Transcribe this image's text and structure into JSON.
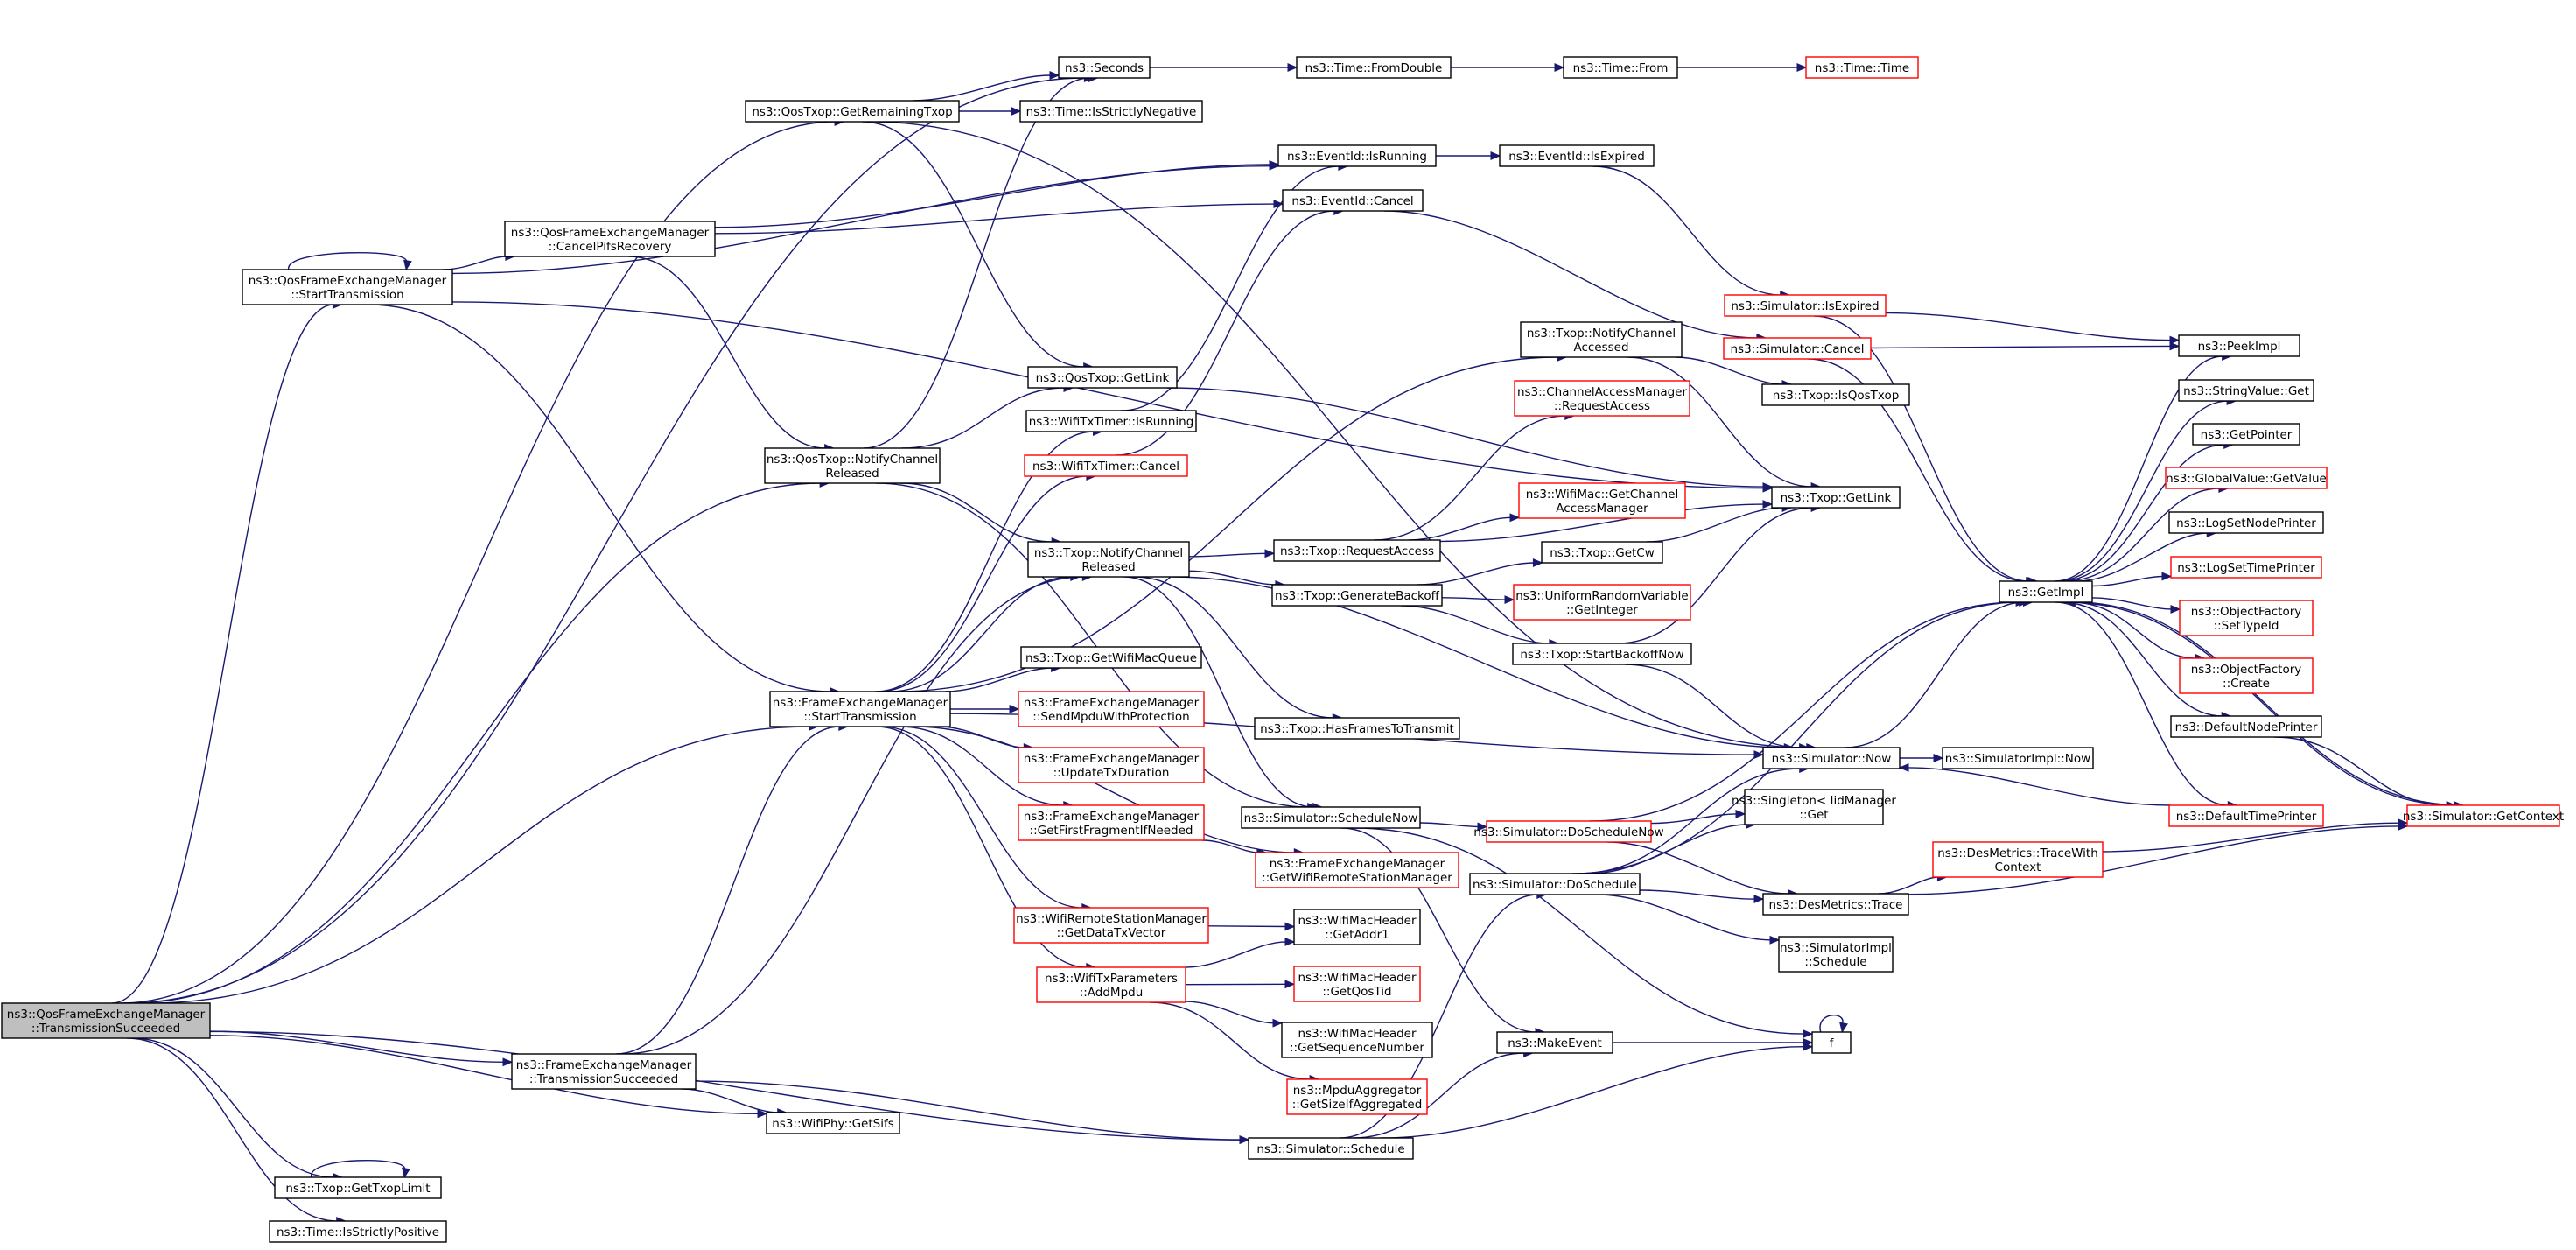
{
  "colors": {
    "edge": "#191970",
    "node_border": "#000000",
    "node_border_truncated": "#ff0000",
    "root_fill": "#bfbfbf",
    "node_fill": "#ffffff",
    "text": "#000000"
  },
  "root_node": "n_root",
  "nodes": [
    {
      "id": "n_root",
      "lines": [
        "ns3::QosFrameExchangeManager",
        "::TransmissionSucceeded"
      ],
      "truncated": false
    },
    {
      "id": "n_seconds",
      "lines": [
        "ns3::Seconds"
      ],
      "truncated": false
    },
    {
      "id": "n_fromdouble",
      "lines": [
        "ns3::Time::FromDouble"
      ],
      "truncated": false
    },
    {
      "id": "n_timefrom",
      "lines": [
        "ns3::Time::From"
      ],
      "truncated": false
    },
    {
      "id": "n_timetime",
      "lines": [
        "ns3::Time::Time"
      ],
      "truncated": true
    },
    {
      "id": "n_getremtxop",
      "lines": [
        "ns3::QosTxop::GetRemainingTxop"
      ],
      "truncated": false
    },
    {
      "id": "n_strictneg",
      "lines": [
        "ns3::Time::IsStrictlyNegative"
      ],
      "truncated": false
    },
    {
      "id": "n_evrunning",
      "lines": [
        "ns3::EventId::IsRunning"
      ],
      "truncated": false
    },
    {
      "id": "n_evexpired",
      "lines": [
        "ns3::EventId::IsExpired"
      ],
      "truncated": false
    },
    {
      "id": "n_evcancel",
      "lines": [
        "ns3::EventId::Cancel"
      ],
      "truncated": false
    },
    {
      "id": "n_cancelpifs",
      "lines": [
        "ns3::QosFrameExchangeManager",
        "::CancelPifsRecovery"
      ],
      "truncated": false
    },
    {
      "id": "n_qstarttx",
      "lines": [
        "ns3::QosFrameExchangeManager",
        "::StartTransmission"
      ],
      "truncated": false
    },
    {
      "id": "n_simisexpired",
      "lines": [
        "ns3::Simulator::IsExpired"
      ],
      "truncated": true
    },
    {
      "id": "n_simcancel",
      "lines": [
        "ns3::Simulator::Cancel"
      ],
      "truncated": true
    },
    {
      "id": "n_peekimpl",
      "lines": [
        "ns3::PeekImpl"
      ],
      "truncated": false
    },
    {
      "id": "n_qgetlink",
      "lines": [
        "ns3::QosTxop::GetLink"
      ],
      "truncated": false
    },
    {
      "id": "n_txopnotifyacc",
      "lines": [
        "ns3::Txop::NotifyChannel",
        "Accessed"
      ],
      "truncated": false
    },
    {
      "id": "n_isqostxop",
      "lines": [
        "ns3::Txop::IsQosTxop"
      ],
      "truncated": false
    },
    {
      "id": "n_strvalget",
      "lines": [
        "ns3::StringValue::Get"
      ],
      "truncated": false
    },
    {
      "id": "n_timerrunning",
      "lines": [
        "ns3::WifiTxTimer::IsRunning"
      ],
      "truncated": false
    },
    {
      "id": "n_chreqaccess",
      "lines": [
        "ns3::ChannelAccessManager",
        "::RequestAccess"
      ],
      "truncated": true
    },
    {
      "id": "n_getpointer",
      "lines": [
        "ns3::GetPointer"
      ],
      "truncated": false
    },
    {
      "id": "n_qnotifyrel",
      "lines": [
        "ns3::QosTxop::NotifyChannel",
        "Released"
      ],
      "truncated": false
    },
    {
      "id": "n_timercancel",
      "lines": [
        "ns3::WifiTxTimer::Cancel"
      ],
      "truncated": true
    },
    {
      "id": "n_txopgetlink",
      "lines": [
        "ns3::Txop::GetLink"
      ],
      "truncated": false
    },
    {
      "id": "n_globalget",
      "lines": [
        "ns3::GlobalValue::GetValue"
      ],
      "truncated": true
    },
    {
      "id": "n_wifimacgetcam",
      "lines": [
        "ns3::WifiMac::GetChannel",
        "AccessManager"
      ],
      "truncated": true
    },
    {
      "id": "n_logsetnode",
      "lines": [
        "ns3::LogSetNodePrinter"
      ],
      "truncated": false
    },
    {
      "id": "n_txopreqaccess",
      "lines": [
        "ns3::Txop::RequestAccess"
      ],
      "truncated": false
    },
    {
      "id": "n_txopgetcw",
      "lines": [
        "ns3::Txop::GetCw"
      ],
      "truncated": false
    },
    {
      "id": "n_txopnotifyrel",
      "lines": [
        "ns3::Txop::NotifyChannel",
        "Released"
      ],
      "truncated": false
    },
    {
      "id": "n_logsettime",
      "lines": [
        "ns3::LogSetTimePrinter"
      ],
      "truncated": true
    },
    {
      "id": "n_getimpl",
      "lines": [
        "ns3::GetImpl"
      ],
      "truncated": false
    },
    {
      "id": "n_genbackoff",
      "lines": [
        "ns3::Txop::GenerateBackoff"
      ],
      "truncated": false
    },
    {
      "id": "n_uniformint",
      "lines": [
        "ns3::UniformRandomVariable",
        "::GetInteger"
      ],
      "truncated": true
    },
    {
      "id": "n_settypeid",
      "lines": [
        "ns3::ObjectFactory",
        "::SetTypeId"
      ],
      "truncated": true
    },
    {
      "id": "n_startbackoff",
      "lines": [
        "ns3::Txop::StartBackoffNow"
      ],
      "truncated": false
    },
    {
      "id": "n_getmacqueue",
      "lines": [
        "ns3::Txop::GetWifiMacQueue"
      ],
      "truncated": false
    },
    {
      "id": "n_objcreate",
      "lines": [
        "ns3::ObjectFactory",
        "::Create"
      ],
      "truncated": true
    },
    {
      "id": "n_fstarttx",
      "lines": [
        "ns3::FrameExchangeManager",
        "::StartTransmission"
      ],
      "truncated": false
    },
    {
      "id": "n_sendmpdu",
      "lines": [
        "ns3::FrameExchangeManager",
        "::SendMpduWithProtection"
      ],
      "truncated": true
    },
    {
      "id": "n_hasframes",
      "lines": [
        "ns3::Txop::HasFramesToTransmit"
      ],
      "truncated": false
    },
    {
      "id": "n_defnodeprinter",
      "lines": [
        "ns3::DefaultNodePrinter"
      ],
      "truncated": false
    },
    {
      "id": "n_simnow",
      "lines": [
        "ns3::Simulator::Now"
      ],
      "truncated": false
    },
    {
      "id": "n_simimplnow",
      "lines": [
        "ns3::SimulatorImpl::Now"
      ],
      "truncated": false
    },
    {
      "id": "n_updatetxdur",
      "lines": [
        "ns3::FrameExchangeManager",
        "::UpdateTxDuration"
      ],
      "truncated": true
    },
    {
      "id": "n_schednow",
      "lines": [
        "ns3::Simulator::ScheduleNow"
      ],
      "truncated": false
    },
    {
      "id": "n_doschednow",
      "lines": [
        "ns3::Simulator::DoScheduleNow"
      ],
      "truncated": true
    },
    {
      "id": "n_singleton",
      "lines": [
        "ns3::Singleton< IidManager",
        "::Get"
      ],
      "truncated": false
    },
    {
      "id": "n_deftimeprinter",
      "lines": [
        "ns3::DefaultTimePrinter"
      ],
      "truncated": true
    },
    {
      "id": "n_getcontext",
      "lines": [
        "ns3::Simulator::GetContext"
      ],
      "truncated": true
    },
    {
      "id": "n_getfirstfrag",
      "lines": [
        "ns3::FrameExchangeManager",
        "::GetFirstFragmentIfNeeded"
      ],
      "truncated": true
    },
    {
      "id": "n_getremotemgr",
      "lines": [
        "ns3::FrameExchangeManager",
        "::GetWifiRemoteStationManager"
      ],
      "truncated": true
    },
    {
      "id": "n_tracewith",
      "lines": [
        "ns3::DesMetrics::TraceWith",
        "Context"
      ],
      "truncated": true
    },
    {
      "id": "n_doschedule",
      "lines": [
        "ns3::Simulator::DoSchedule"
      ],
      "truncated": false
    },
    {
      "id": "n_destrace",
      "lines": [
        "ns3::DesMetrics::Trace"
      ],
      "truncated": false
    },
    {
      "id": "n_getdatatx",
      "lines": [
        "ns3::WifiRemoteStationManager",
        "::GetDataTxVector"
      ],
      "truncated": true
    },
    {
      "id": "n_getaddr1",
      "lines": [
        "ns3::WifiMacHeader",
        "::GetAddr1"
      ],
      "truncated": false
    },
    {
      "id": "n_implschedule",
      "lines": [
        "ns3::SimulatorImpl",
        "::Schedule"
      ],
      "truncated": false
    },
    {
      "id": "n_addmpdu",
      "lines": [
        "ns3::WifiTxParameters",
        "::AddMpdu"
      ],
      "truncated": true
    },
    {
      "id": "n_getqostid",
      "lines": [
        "ns3::WifiMacHeader",
        "::GetQosTid"
      ],
      "truncated": true
    },
    {
      "id": "n_getseqnum",
      "lines": [
        "ns3::WifiMacHeader",
        "::GetSequenceNumber"
      ],
      "truncated": false
    },
    {
      "id": "n_makeevent",
      "lines": [
        "ns3::MakeEvent"
      ],
      "truncated": false
    },
    {
      "id": "n_f",
      "lines": [
        "f"
      ],
      "truncated": false
    },
    {
      "id": "n_ftxsucc",
      "lines": [
        "ns3::FrameExchangeManager",
        "::TransmissionSucceeded"
      ],
      "truncated": false
    },
    {
      "id": "n_getsizeifagg",
      "lines": [
        "ns3::MpduAggregator",
        "::GetSizeIfAggregated"
      ],
      "truncated": true
    },
    {
      "id": "n_getsifs",
      "lines": [
        "ns3::WifiPhy::GetSifs"
      ],
      "truncated": false
    },
    {
      "id": "n_schedule",
      "lines": [
        "ns3::Simulator::Schedule"
      ],
      "truncated": false
    },
    {
      "id": "n_gettxoplimit",
      "lines": [
        "ns3::Txop::GetTxopLimit"
      ],
      "truncated": false
    },
    {
      "id": "n_strictpos",
      "lines": [
        "ns3::Time::IsStrictlyPositive"
      ],
      "truncated": false
    }
  ],
  "edges": [
    [
      "n_root",
      "n_seconds"
    ],
    [
      "n_root",
      "n_getremtxop"
    ],
    [
      "n_root",
      "n_qstarttx"
    ],
    [
      "n_root",
      "n_qnotifyrel"
    ],
    [
      "n_root",
      "n_fstarttx"
    ],
    [
      "n_root",
      "n_ftxsucc"
    ],
    [
      "n_root",
      "n_getsifs"
    ],
    [
      "n_root",
      "n_schedule"
    ],
    [
      "n_root",
      "n_gettxoplimit"
    ],
    [
      "n_root",
      "n_strictpos"
    ],
    [
      "n_getremtxop",
      "n_seconds"
    ],
    [
      "n_getremtxop",
      "n_strictneg"
    ],
    [
      "n_getremtxop",
      "n_qgetlink"
    ],
    [
      "n_getremtxop",
      "n_simnow"
    ],
    [
      "n_seconds",
      "n_fromdouble"
    ],
    [
      "n_fromdouble",
      "n_timefrom"
    ],
    [
      "n_timefrom",
      "n_timetime"
    ],
    [
      "n_qstarttx",
      "n_qstarttx"
    ],
    [
      "n_qstarttx",
      "n_evrunning"
    ],
    [
      "n_qstarttx",
      "n_cancelpifs"
    ],
    [
      "n_qstarttx",
      "n_txopgetlink"
    ],
    [
      "n_qstarttx",
      "n_fstarttx"
    ],
    [
      "n_cancelpifs",
      "n_evrunning"
    ],
    [
      "n_cancelpifs",
      "n_evcancel"
    ],
    [
      "n_cancelpifs",
      "n_qnotifyrel"
    ],
    [
      "n_evrunning",
      "n_evexpired"
    ],
    [
      "n_evexpired",
      "n_simisexpired"
    ],
    [
      "n_evcancel",
      "n_simcancel"
    ],
    [
      "n_simisexpired",
      "n_peekimpl"
    ],
    [
      "n_simisexpired",
      "n_getimpl"
    ],
    [
      "n_simcancel",
      "n_peekimpl"
    ],
    [
      "n_simcancel",
      "n_getimpl"
    ],
    [
      "n_qgetlink",
      "n_txopgetlink"
    ],
    [
      "n_qnotifyrel",
      "n_seconds"
    ],
    [
      "n_qnotifyrel",
      "n_qgetlink"
    ],
    [
      "n_qnotifyrel",
      "n_txopnotifyrel"
    ],
    [
      "n_qnotifyrel",
      "n_schednow"
    ],
    [
      "n_timerrunning",
      "n_evrunning"
    ],
    [
      "n_timercancel",
      "n_evcancel"
    ],
    [
      "n_txopnotifyacc",
      "n_isqostxop"
    ],
    [
      "n_txopnotifyacc",
      "n_txopgetlink"
    ],
    [
      "n_txopnotifyrel",
      "n_txopreqaccess"
    ],
    [
      "n_txopnotifyrel",
      "n_genbackoff"
    ],
    [
      "n_txopnotifyrel",
      "n_hasframes"
    ],
    [
      "n_txopnotifyrel",
      "n_simnow"
    ],
    [
      "n_txopnotifyrel",
      "n_schednow"
    ],
    [
      "n_txopreqaccess",
      "n_chreqaccess"
    ],
    [
      "n_txopreqaccess",
      "n_wifimacgetcam"
    ],
    [
      "n_txopreqaccess",
      "n_txopgetlink"
    ],
    [
      "n_genbackoff",
      "n_txopgetcw"
    ],
    [
      "n_genbackoff",
      "n_uniformint"
    ],
    [
      "n_genbackoff",
      "n_startbackoff"
    ],
    [
      "n_txopgetcw",
      "n_txopgetlink"
    ],
    [
      "n_startbackoff",
      "n_txopgetlink"
    ],
    [
      "n_startbackoff",
      "n_simnow"
    ],
    [
      "n_fstarttx",
      "n_timerrunning"
    ],
    [
      "n_fstarttx",
      "n_timercancel"
    ],
    [
      "n_fstarttx",
      "n_txopnotifyacc"
    ],
    [
      "n_fstarttx",
      "n_txopnotifyrel"
    ],
    [
      "n_fstarttx",
      "n_getmacqueue"
    ],
    [
      "n_fstarttx",
      "n_sendmpdu"
    ],
    [
      "n_fstarttx",
      "n_updatetxdur"
    ],
    [
      "n_fstarttx",
      "n_getfirstfrag"
    ],
    [
      "n_fstarttx",
      "n_getremotemgr"
    ],
    [
      "n_fstarttx",
      "n_getdatatx"
    ],
    [
      "n_fstarttx",
      "n_addmpdu"
    ],
    [
      "n_fstarttx",
      "n_simnow"
    ],
    [
      "n_getfirstfrag",
      "n_getremotemgr"
    ],
    [
      "n_addmpdu",
      "n_getaddr1"
    ],
    [
      "n_addmpdu",
      "n_getqostid"
    ],
    [
      "n_addmpdu",
      "n_getseqnum"
    ],
    [
      "n_addmpdu",
      "n_getsizeifagg"
    ],
    [
      "n_getdatatx",
      "n_getaddr1"
    ],
    [
      "n_schednow",
      "n_doschednow"
    ],
    [
      "n_schednow",
      "n_makeevent"
    ],
    [
      "n_schednow",
      "n_f"
    ],
    [
      "n_doschednow",
      "n_getimpl"
    ],
    [
      "n_doschednow",
      "n_singleton"
    ],
    [
      "n_doschednow",
      "n_destrace"
    ],
    [
      "n_simnow",
      "n_getimpl"
    ],
    [
      "n_simnow",
      "n_simimplnow"
    ],
    [
      "n_doschedule",
      "n_getimpl"
    ],
    [
      "n_doschedule",
      "n_singleton"
    ],
    [
      "n_doschedule",
      "n_destrace"
    ],
    [
      "n_doschedule",
      "n_implschedule"
    ],
    [
      "n_doschedule",
      "n_simnow"
    ],
    [
      "n_destrace",
      "n_tracewith"
    ],
    [
      "n_destrace",
      "n_getcontext"
    ],
    [
      "n_tracewith",
      "n_getcontext"
    ],
    [
      "n_getimpl",
      "n_peekimpl"
    ],
    [
      "n_getimpl",
      "n_strvalget"
    ],
    [
      "n_getimpl",
      "n_getpointer"
    ],
    [
      "n_getimpl",
      "n_globalget"
    ],
    [
      "n_getimpl",
      "n_logsetnode"
    ],
    [
      "n_getimpl",
      "n_logsettime"
    ],
    [
      "n_getimpl",
      "n_settypeid"
    ],
    [
      "n_getimpl",
      "n_objcreate"
    ],
    [
      "n_getimpl",
      "n_defnodeprinter"
    ],
    [
      "n_getimpl",
      "n_deftimeprinter"
    ],
    [
      "n_getimpl",
      "n_getcontext"
    ],
    [
      "n_defnodeprinter",
      "n_getcontext"
    ],
    [
      "n_deftimeprinter",
      "n_simnow"
    ],
    [
      "n_getcontext",
      "n_getimpl"
    ],
    [
      "n_makeevent",
      "n_f"
    ],
    [
      "n_f",
      "n_f"
    ],
    [
      "n_ftxsucc",
      "n_fstarttx"
    ],
    [
      "n_ftxsucc",
      "n_txopnotifyrel"
    ],
    [
      "n_ftxsucc",
      "n_getsifs"
    ],
    [
      "n_ftxsucc",
      "n_schedule"
    ],
    [
      "n_schedule",
      "n_doschedule"
    ],
    [
      "n_schedule",
      "n_makeevent"
    ],
    [
      "n_schedule",
      "n_f"
    ],
    [
      "n_gettxoplimit",
      "n_gettxoplimit"
    ]
  ]
}
